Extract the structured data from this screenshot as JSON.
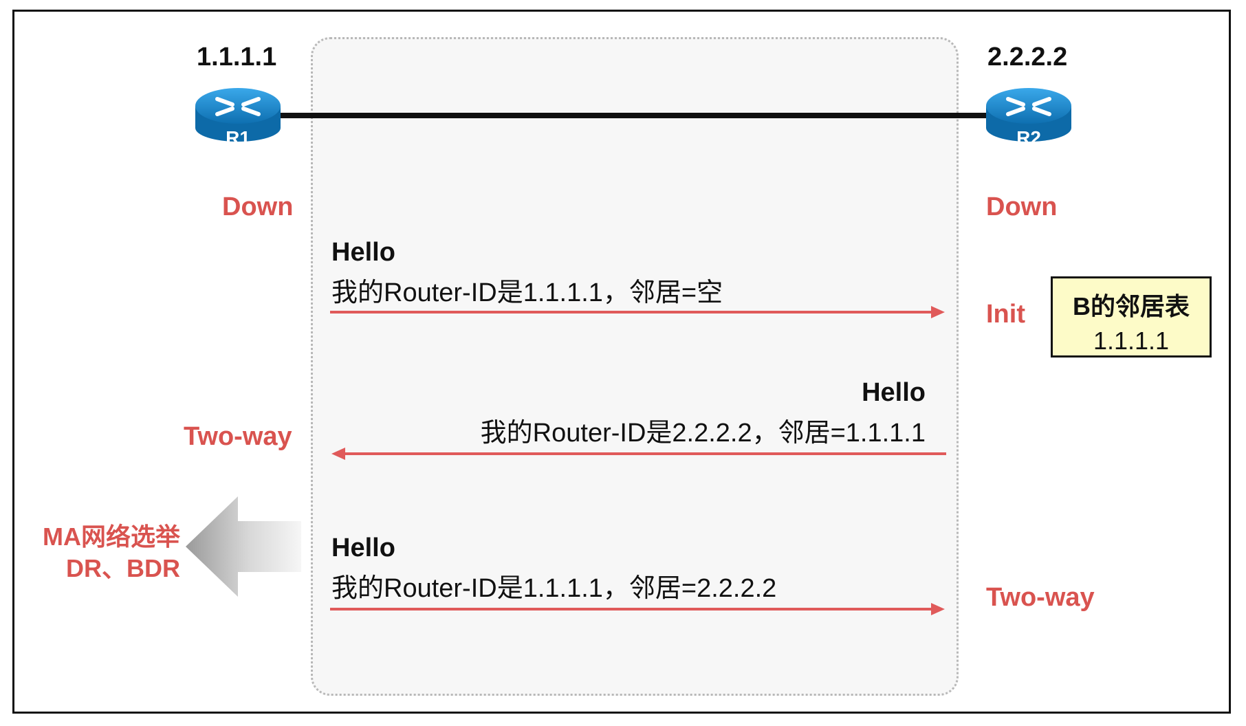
{
  "routers": {
    "left": {
      "ip": "1.1.1.1",
      "label": "R1",
      "state_1": "Down",
      "state_2": "Two-way"
    },
    "right": {
      "ip": "2.2.2.2",
      "label": "R2",
      "state_1": "Down",
      "state_2": "Init",
      "state_3": "Two-way"
    }
  },
  "messages": [
    {
      "title": "Hello",
      "body": "我的Router-ID是1.1.1.1，邻居=空",
      "direction": "right"
    },
    {
      "title": "Hello",
      "body": "我的Router-ID是2.2.2.2，邻居=1.1.1.1",
      "direction": "left"
    },
    {
      "title": "Hello",
      "body": "我的Router-ID是1.1.1.1，邻居=2.2.2.2",
      "direction": "right"
    }
  ],
  "neighbor_table": {
    "title": "B的邻居表",
    "entry": "1.1.1.1"
  },
  "election": {
    "line1": "MA网络选举",
    "line2": "DR、BDR"
  },
  "colors": {
    "state": "#d9534f",
    "arrow": "#e05a5a",
    "router": "#1a8fd6",
    "table_bg": "#fdfbc8"
  },
  "icons": {
    "router": "router-icon",
    "election_arrow": "arrow-left-icon"
  }
}
